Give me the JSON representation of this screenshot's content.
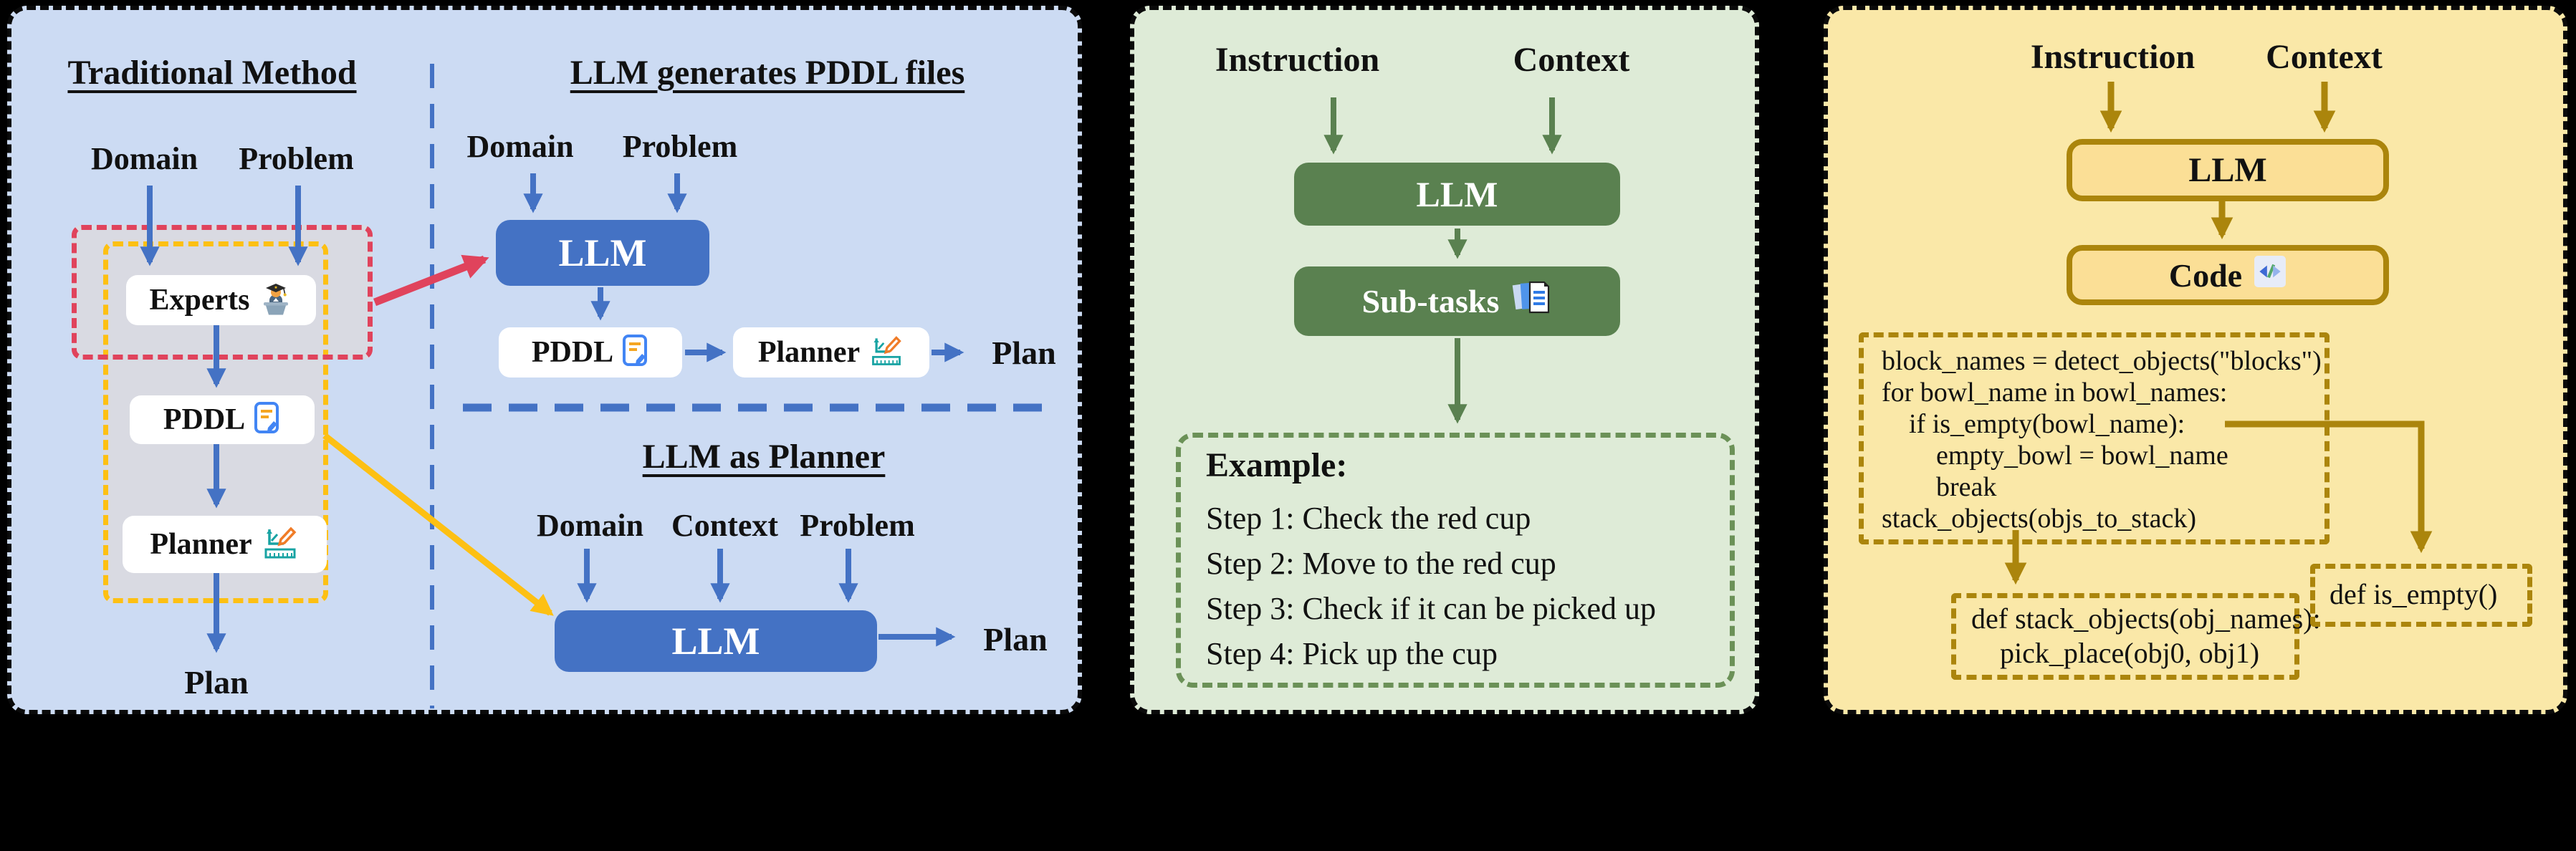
{
  "left_panel": {
    "background": "#ccdbf3",
    "traditional": {
      "title": "Traditional Method",
      "domain_label": "Domain",
      "problem_label": "Problem",
      "experts_label": "Experts",
      "pddl_label": "PDDL",
      "planner_label": "Planner",
      "plan_label": "Plan"
    },
    "llm_generates_pddl": {
      "title": "LLM generates PDDL files",
      "domain_label": "Domain",
      "problem_label": "Problem",
      "llm_label": "LLM",
      "pddl_label": "PDDL",
      "planner_label": "Planner",
      "plan_label": "Plan"
    },
    "llm_as_planner": {
      "title": "LLM as Planner",
      "domain_label": "Domain",
      "context_label": "Context",
      "problem_label": "Problem",
      "llm_label": "LLM",
      "plan_label": "Plan"
    }
  },
  "middle_panel": {
    "background": "#deebd7",
    "instruction_label": "Instruction",
    "context_label": "Context",
    "llm_label": "LLM",
    "subtasks_label": "Sub-tasks",
    "example": {
      "heading": "Example:",
      "steps": [
        "Step 1: Check the red cup",
        "Step 2: Move to the red cup",
        "Step 3: Check if it can be picked up",
        "Step 4: Pick up the cup"
      ]
    }
  },
  "right_panel": {
    "background": "#fae8a8",
    "instruction_label": "Instruction",
    "context_label": "Context",
    "llm_label": "LLM",
    "code_label": "Code",
    "main_code_lines": [
      "block_names = detect_objects(\"blocks\")",
      "for bowl_name in bowl_names:",
      "    if is_empty(bowl_name):",
      "        empty_bowl = bowl_name",
      "        break",
      "stack_objects(objs_to_stack)"
    ],
    "stack_objects_fn_lines": [
      "def stack_objects(obj_names):",
      "    pick_place(obj0, obj1)"
    ],
    "is_empty_fn_line": "def is_empty()"
  },
  "colors": {
    "accent_blue": "#4472c4",
    "accent_green": "#5a8150",
    "accent_gold_dark": "#ab850c",
    "accent_yellow": "#fdc013",
    "accent_red": "#e0435c",
    "example_border_green": "#6b9157",
    "inner_gray_fill": "#d9dae2"
  },
  "icons": {
    "experts": "graduate-at-podium-icon",
    "pddl": "document-icon",
    "planner": "ruler-pencil-chart-icon",
    "subtasks": "stacked-documents-icon",
    "code": "code-brackets-icon"
  }
}
